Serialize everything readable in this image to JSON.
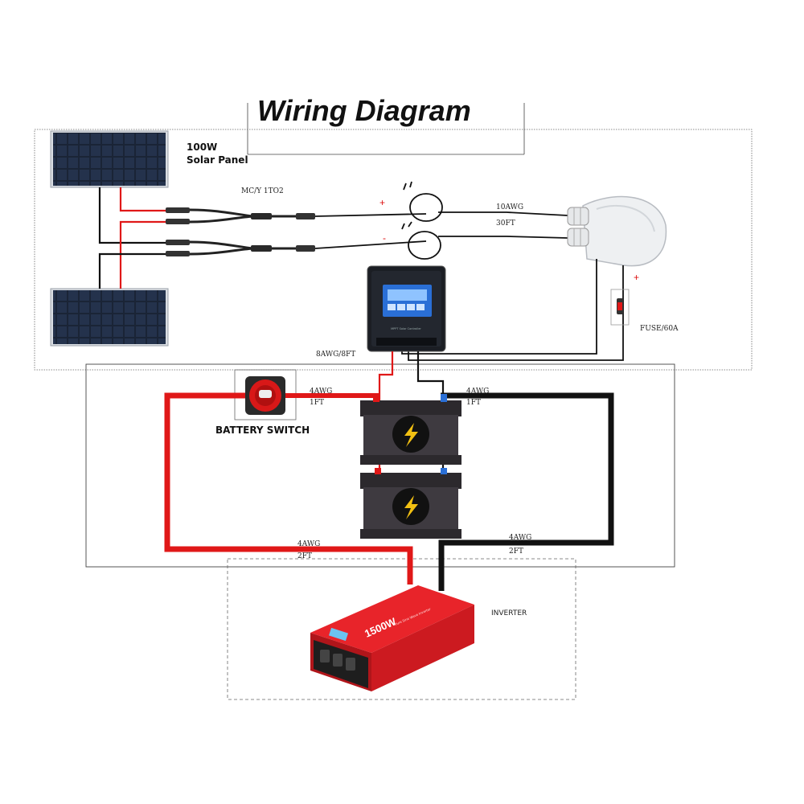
{
  "title": "Wiring Diagram",
  "solar_panel": {
    "line1": "100W",
    "line2": "Solar Panel"
  },
  "connector_label": "MC/Y 1TO2",
  "positive_sign": "+",
  "negative_sign": "-",
  "cable_top": {
    "gauge": "10AWG",
    "length": "30FT"
  },
  "fuse_label": "FUSE/60A",
  "fuse_sign": "+",
  "controller_cable": "8AWG/8FT",
  "battery_switch_label": "BATTERY SWITCH",
  "switch_cable": {
    "gauge": "4AWG",
    "length": "1FT"
  },
  "battery_cable_right": {
    "gauge": "4AWG",
    "length": "1FT"
  },
  "bottom_left_cable": {
    "gauge": "4AWG",
    "length": "2FT"
  },
  "bottom_right_cable": {
    "gauge": "4AWG",
    "length": "2FT"
  },
  "inverter_label": "INVERTER",
  "inverter_wattage": "1500W",
  "inverter_subtitle": "Pure Sine Wave Inverter",
  "controller_model": "MPPT Solar Controller",
  "colors": {
    "positive_wire": "#e01818",
    "negative_wire": "#111111",
    "inverter_body": "#d8141b",
    "battery_body": "#3e3a40"
  }
}
